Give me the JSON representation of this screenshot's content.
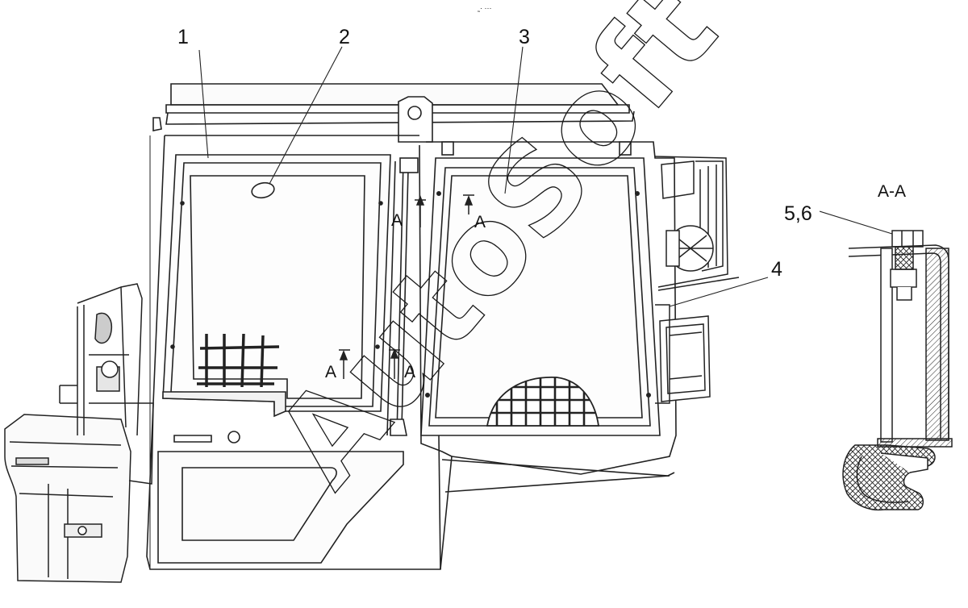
{
  "diagram": {
    "top_mark": "˷· ···",
    "callouts": {
      "c1": "1",
      "c2": "2",
      "c3": "3",
      "c4": "4",
      "c56": "5,6"
    },
    "section_marks": {
      "title": "A-A",
      "m1": "A",
      "m2": "A",
      "m3": "A",
      "m4": "A"
    },
    "watermark": "AutoSoft"
  }
}
